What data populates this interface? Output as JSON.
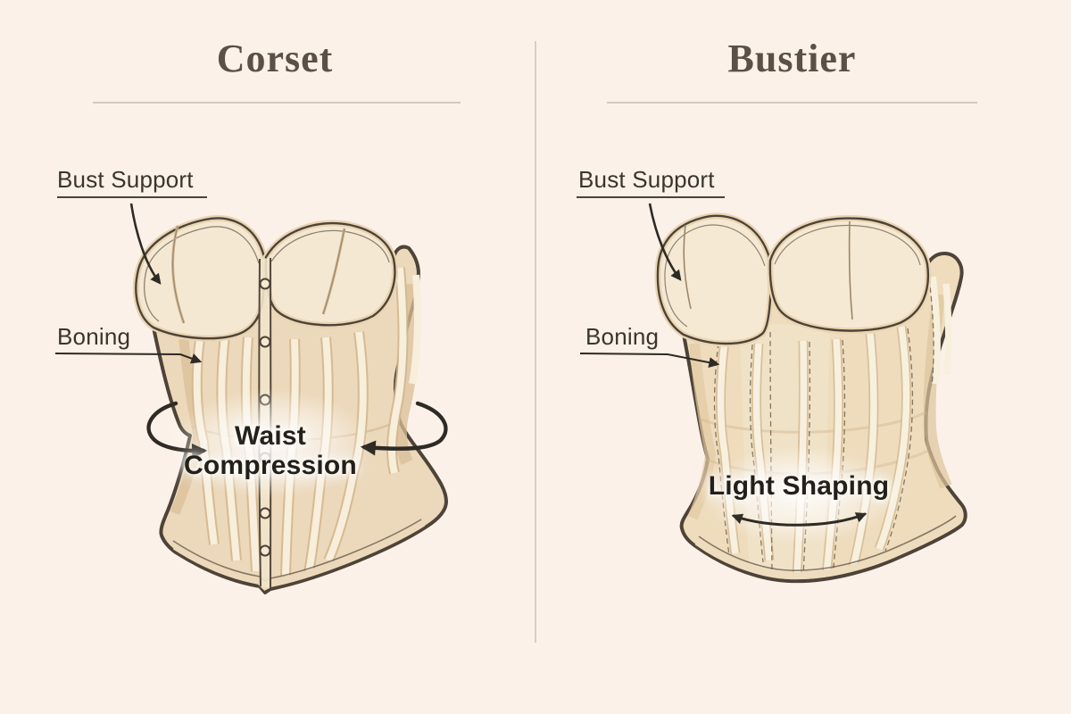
{
  "meta": {
    "description": "Comparison infographic of corset versus bustier garments",
    "background_color": "#fcf1e8",
    "divider_color": "#d8cec2"
  },
  "panels": {
    "corset": {
      "title": "Corset",
      "annotations": {
        "bust_support": "Bust Support",
        "boning": "Boning",
        "waist_compression_line1": "Waist",
        "waist_compression_line2": "Compression"
      }
    },
    "bustier": {
      "title": "Bustier",
      "annotations": {
        "bust_support": "Bust Support",
        "boning": "Boning",
        "light_shaping": "Light Shaping"
      }
    }
  },
  "palette": {
    "outline": "#4d4338",
    "corset_body": "#ecd8ba",
    "bustier_body": "#eedcbd",
    "boning_channel": "#f7eedb",
    "channel_edge": "#d4b78e",
    "cup_fill": "#f4e8d2",
    "trim": "#e9d4b3",
    "side_shading": "#dcc09a",
    "annotation_ink": "#2e2a25",
    "title_text": "#5a5045",
    "label_text": "#3a352d",
    "title_rule": "#cdc2b6"
  }
}
